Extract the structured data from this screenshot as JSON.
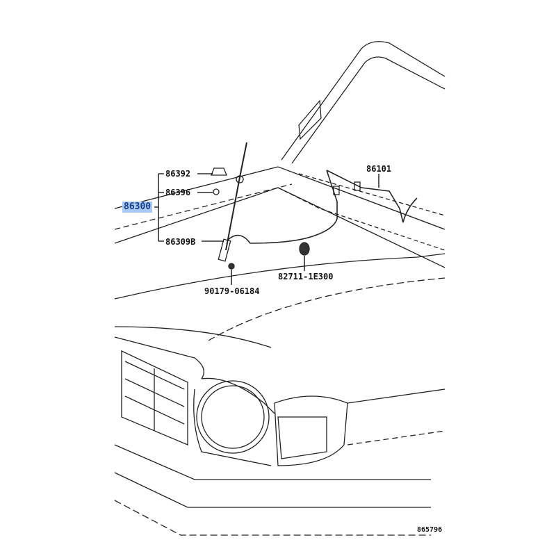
{
  "diagram": {
    "assembly": {
      "part_number": "86300",
      "highlight_color": "#a9c9f2"
    },
    "parts": [
      {
        "part_number": "86392"
      },
      {
        "part_number": "86396"
      },
      {
        "part_number": "86309B"
      },
      {
        "part_number": "90179-06184"
      },
      {
        "part_number": "82711-1E300"
      },
      {
        "part_number": "86101"
      }
    ],
    "illustration_ref": "865796"
  }
}
